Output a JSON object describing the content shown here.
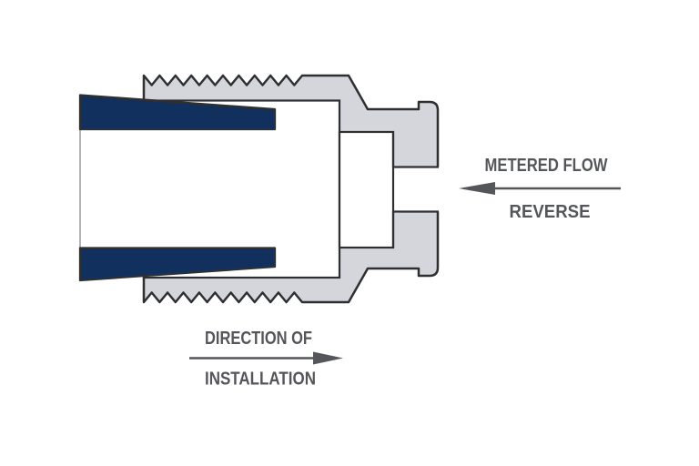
{
  "diagram": {
    "title": "meter-fitting-cross-section",
    "labels": {
      "metered_flow": "METERED FLOW",
      "reverse": "REVERSE",
      "direction_line1": "DIRECTION OF",
      "direction_line2": "INSTALLATION"
    },
    "colors": {
      "background": "#ffffff",
      "body_gray": "#d4d6db",
      "outline": "#2e2f31",
      "pipe_navy": "#12305e",
      "bore_white": "#ffffff",
      "text_gray": "#54565a",
      "arrow_gray": "#54565a",
      "pipe_edge_faint": "#9b9ea3"
    },
    "icons": {
      "left_arrow": "left-arrowhead-icon",
      "right_arrow": "right-arrowhead-icon"
    }
  }
}
